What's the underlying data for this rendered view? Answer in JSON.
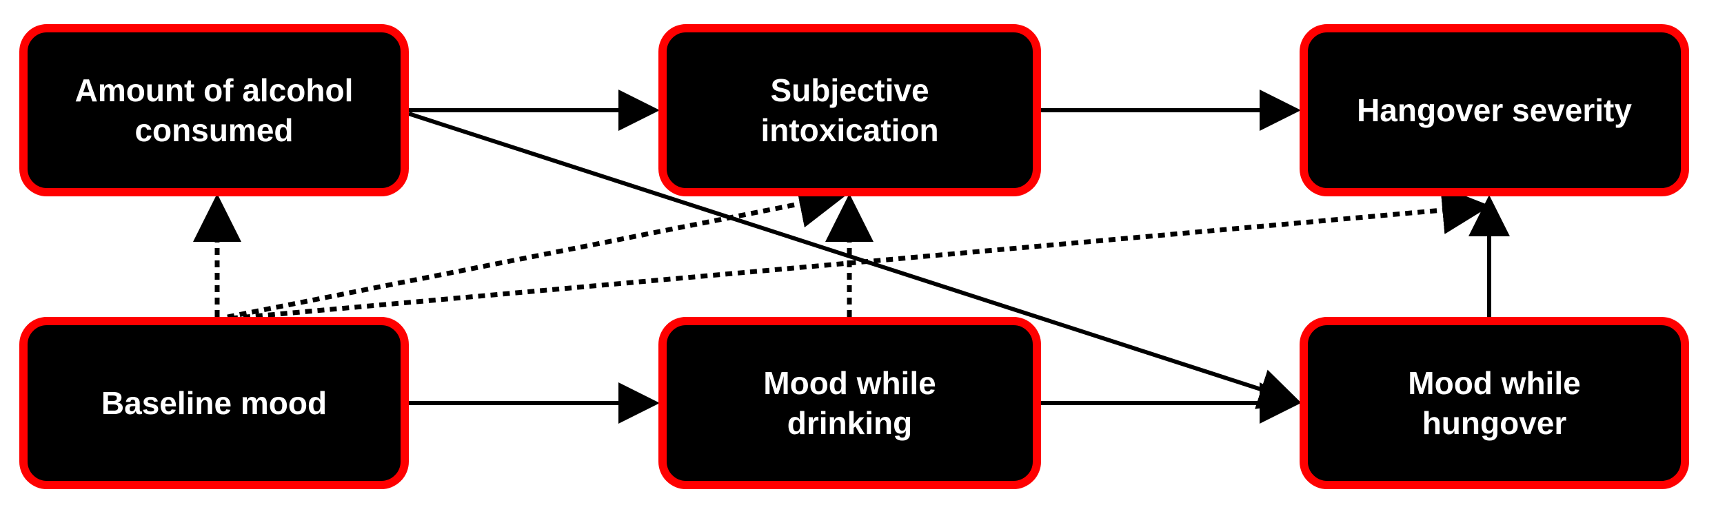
{
  "nodes": {
    "amount": "Amount of alcohol\nconsumed",
    "subjective": "Subjective\nintoxication",
    "hangover": "Hangover severity",
    "baseline": "Baseline mood",
    "mood_drinking": "Mood while\ndrinking",
    "mood_hungover": "Mood while\nhungover"
  },
  "edges": [
    {
      "from": "amount",
      "to": "subjective",
      "style": "solid"
    },
    {
      "from": "subjective",
      "to": "hangover",
      "style": "solid"
    },
    {
      "from": "amount",
      "to": "mood_hungover",
      "style": "solid"
    },
    {
      "from": "baseline",
      "to": "mood_drinking",
      "style": "solid"
    },
    {
      "from": "mood_drinking",
      "to": "mood_hungover",
      "style": "solid"
    },
    {
      "from": "mood_hungover",
      "to": "hangover",
      "style": "solid"
    },
    {
      "from": "baseline",
      "to": "amount",
      "style": "dotted"
    },
    {
      "from": "baseline",
      "to": "subjective",
      "style": "dotted"
    },
    {
      "from": "baseline",
      "to": "hangover",
      "style": "dotted"
    },
    {
      "from": "mood_drinking",
      "to": "subjective",
      "style": "dotted"
    }
  ],
  "colors": {
    "node_fill": "#000000",
    "node_border": "#ff0000",
    "node_text": "#ffffff",
    "arrow": "#000000"
  }
}
